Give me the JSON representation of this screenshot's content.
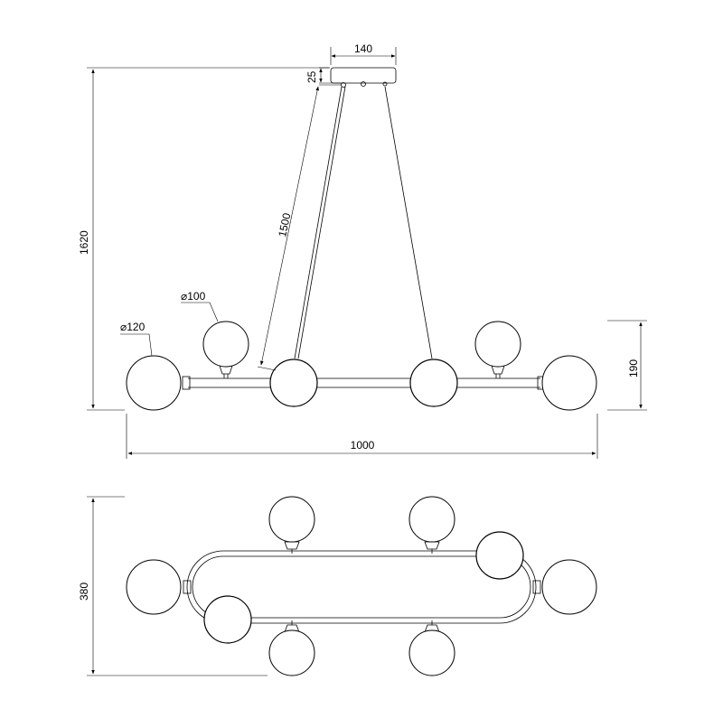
{
  "dimensions": {
    "canopy_width": "140",
    "canopy_height": "25",
    "total_height": "1620",
    "cable_length": "1500",
    "globe_small": "⌀100",
    "globe_large": "⌀120",
    "body_height": "190",
    "overall_width": "1000",
    "plan_depth": "380"
  }
}
